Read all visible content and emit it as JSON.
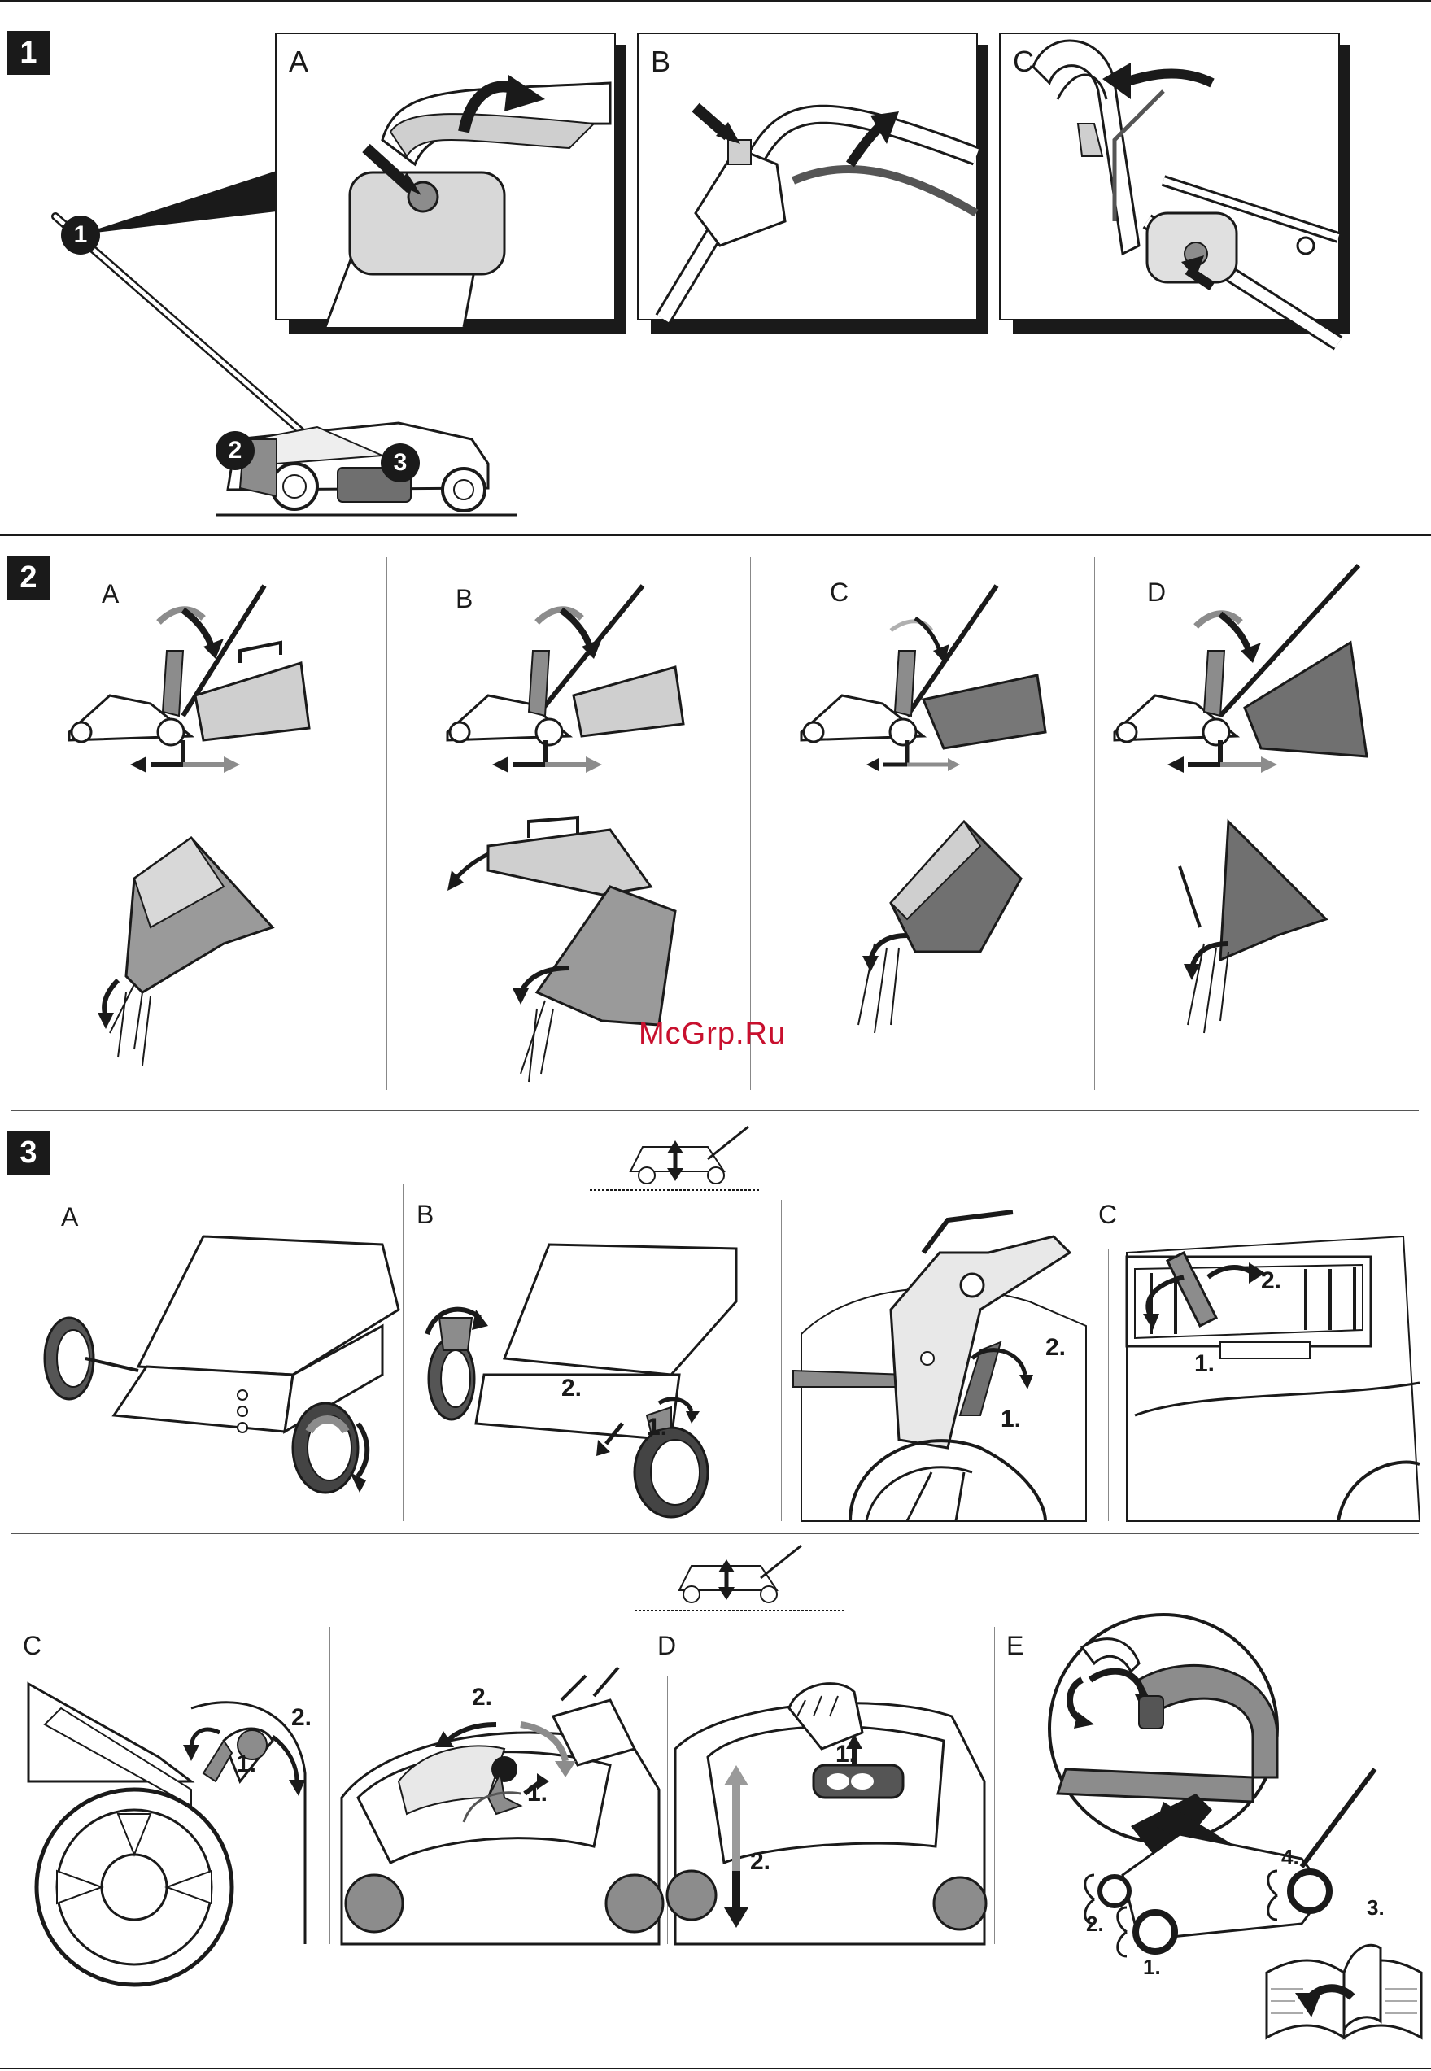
{
  "sections": [
    {
      "number": "1",
      "panels": [
        "A",
        "B",
        "C"
      ],
      "callouts": [
        "1",
        "2",
        "3"
      ]
    },
    {
      "number": "2",
      "panels": [
        "A",
        "B",
        "C",
        "D"
      ]
    },
    {
      "number": "3",
      "panels": [
        "A",
        "B",
        "C"
      ]
    }
  ],
  "section4": {
    "panels": [
      "C",
      "D",
      "E"
    ]
  },
  "steps": {
    "one": "1.",
    "two": "2.",
    "three": "3.",
    "four": "4."
  },
  "watermark": "McGrp.Ru",
  "icons": [
    "mower-icon",
    "arrow-icon",
    "grass-catcher-icon",
    "wheel-icon",
    "height-lever-icon",
    "book-icon"
  ],
  "colors": {
    "ink": "#1a1a1a",
    "gray": "#8c8c8c",
    "light": "#d0d0d0",
    "watermark": "#c8102e"
  }
}
